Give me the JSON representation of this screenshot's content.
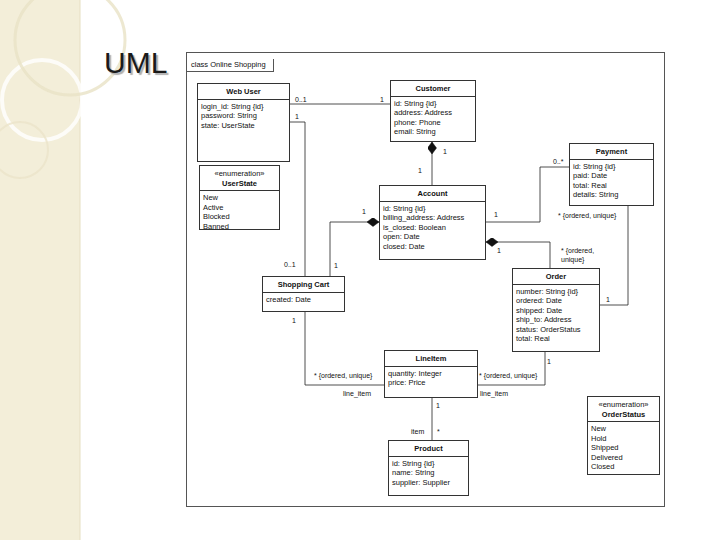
{
  "diagram": {
    "title": "UML",
    "nodes": [
      {
        "text": [
          "class Online Shopping"
        ]
      },
      {
        "text": [
          "Web User",
          "login_id: String {id}",
          "password: String",
          "state: UserState"
        ],
        "in": 0
      },
      {
        "text": [
          "Customer",
          "id: String {id}",
          "address: Address",
          "phone: Phone",
          "email: String"
        ],
        "in": 0
      },
      {
        "text": [
          "«enumeration»",
          "UserState",
          "New",
          "Active",
          "Blocked",
          "Banned"
        ],
        "in": 0
      },
      {
        "text": [
          "Payment",
          "id: String {id}",
          "paid: Date",
          "total: Real",
          "details: String"
        ],
        "in": 0
      },
      {
        "text": [
          "Account",
          "id: String {id}",
          "billing_address: Address",
          "is_closed: Boolean",
          "open: Date",
          "closed: Date"
        ],
        "in": 0
      },
      {
        "text": [
          "Shopping Cart",
          "created: Date"
        ],
        "in": 0
      },
      {
        "text": [
          "Order",
          "number: String {id}",
          "ordered: Date",
          "shipped: Date",
          "ship_to: Address",
          "status: OrderStatus",
          "total: Real"
        ],
        "in": 0
      },
      {
        "text": [
          "LineItem",
          "quantity: Integer",
          "price: Price"
        ],
        "in": 0
      },
      {
        "text": [
          "«enumeration»",
          "OrderStatus",
          "New",
          "Hold",
          "Shipped",
          "Delivered",
          "Closed"
        ],
        "in": 0
      },
      {
        "text": [
          "Product",
          "id: String {id}",
          "name: String",
          "supplier: Supplier"
        ],
        "in": 0
      }
    ],
    "edges": [
      {
        "from": 1,
        "to": 2,
        "arrow": "none"
      },
      {
        "from": 1,
        "to": 6,
        "arrow": "none"
      },
      {
        "from": 5,
        "to": 2,
        "arrow": "to"
      },
      {
        "from": 6,
        "to": 5,
        "arrow": "to"
      },
      {
        "from": 5,
        "to": 4,
        "arrow": "none"
      },
      {
        "from": 7,
        "to": 5,
        "arrow": "to"
      },
      {
        "from": 7,
        "to": 4,
        "arrow": "none"
      },
      {
        "from": 6,
        "to": 8,
        "arrow": "none"
      },
      {
        "from": 7,
        "to": 8,
        "arrow": "none"
      },
      {
        "from": 8,
        "to": 10,
        "arrow": "none"
      }
    ],
    "labels": [
      "0..1",
      "1",
      "1",
      "0..1",
      "1",
      "1",
      "1",
      "1",
      "1",
      "0..*",
      "1",
      "* {ordered, unique}",
      "1",
      "* {ordered, unique}",
      "1",
      "* {ordered, unique}",
      "line_item",
      "1",
      "* {ordered, unique}",
      "line_item",
      "1",
      "item",
      "*"
    ]
  }
}
